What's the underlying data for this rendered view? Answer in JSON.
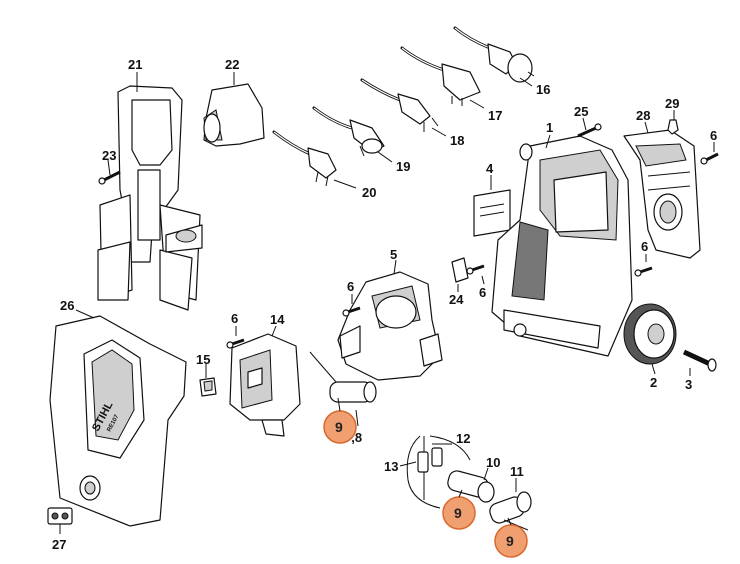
{
  "labels": {
    "p1": "1",
    "p2": "2",
    "p3": "3",
    "p4": "4",
    "p5": "5",
    "p6a": "6",
    "p6b": "6",
    "p6c": "6",
    "p6d": "6",
    "p6e": "6",
    "p78": "7,8",
    "p10": "10",
    "p11": "11",
    "p12": "12",
    "p13": "13",
    "p14": "14",
    "p15": "15",
    "p16": "16",
    "p17": "17",
    "p18": "18",
    "p19": "19",
    "p20": "20",
    "p21": "21",
    "p22": "22",
    "p23": "23",
    "p24": "24",
    "p25": "25",
    "p26": "26",
    "p27": "27",
    "p28": "28",
    "p29": "29"
  },
  "highlights": [
    "9",
    "9",
    "9"
  ],
  "highlight_color": "#f0a070",
  "highlight_stroke": "#d9682e",
  "brand": {
    "logo": "STIHL",
    "model": "RE107"
  }
}
